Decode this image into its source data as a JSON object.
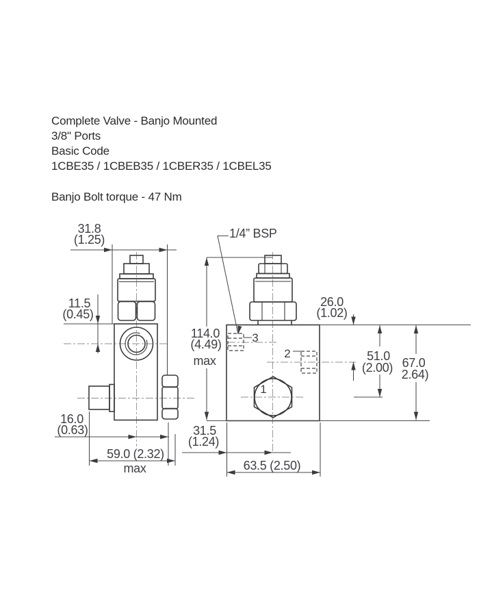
{
  "header": {
    "line1": "Complete Valve - Banjo Mounted",
    "line2": "3/8\" Ports",
    "line3": "Basic Code",
    "line4": "1CBE35 / 1CBEB35 / 1CBER35 / 1CBEL35",
    "torque_note": "Banjo Bolt torque - 47 Nm"
  },
  "drawing": {
    "colors": {
      "outline": "#3b3b3b",
      "dimension_lines": "#4a4a4e",
      "centerline": "#8f8f8f",
      "text": "#3e3e44",
      "background": "#ffffff"
    },
    "left_view": {
      "dims": {
        "width_top_mm": "31.8",
        "width_top_in": "(1.25)",
        "port_center_mm": "11.5",
        "port_center_in": "(0.45)",
        "bolt_end_mm": "16.0",
        "bolt_end_in": "(0.63)",
        "overall_width": "59.0 (2.32)",
        "overall_width_suffix": "max"
      }
    },
    "right_view": {
      "thread_label": "1/4” BSP",
      "ports": {
        "p1": "1",
        "p2": "2",
        "p3": "3"
      },
      "dims": {
        "overall_height_mm": "114.0",
        "overall_height_in": "(4.49)",
        "overall_height_suffix": "max",
        "port2_depth_mm": "26.0",
        "port2_depth_in": "(1.02)",
        "port1_depth_mm": "51.0",
        "port1_depth_in": "(2.00)",
        "body_height_mm": "67.0",
        "body_height_in": "2.64)",
        "port1_offset_mm": "31.5",
        "port1_offset_in": "(1.24)",
        "body_width": "63.5 (2.50)"
      }
    }
  }
}
